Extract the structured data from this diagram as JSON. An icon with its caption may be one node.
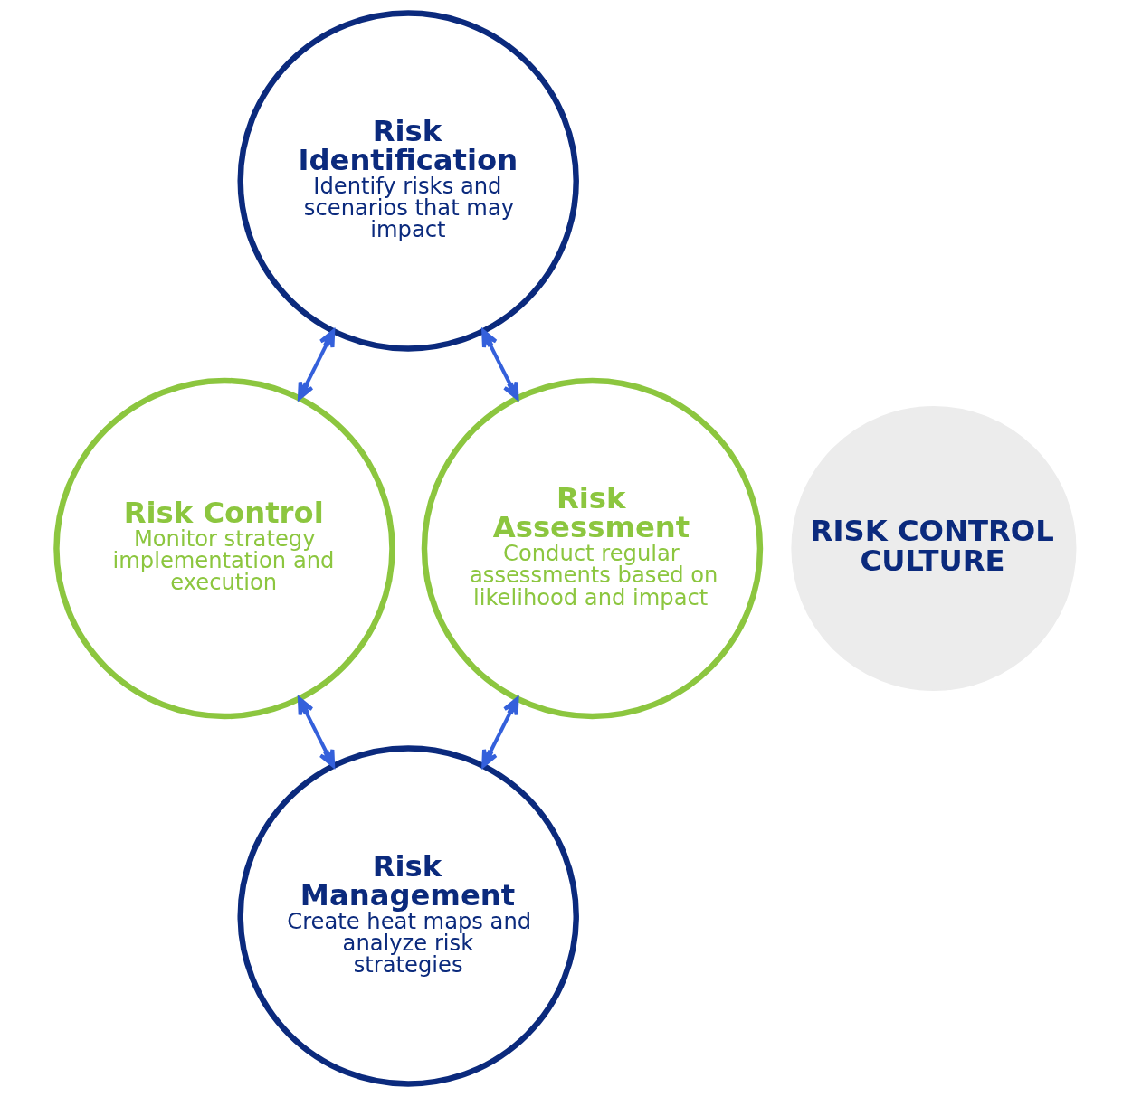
{
  "diagram": {
    "nodes": [
      {
        "text": [
          "Risk Identification",
          "Identify risks and scenarios that may impact"
        ]
      },
      {
        "text": [
          "Risk Control",
          "Monitor strategy implementation and execution"
        ]
      },
      {
        "text": [
          "RISK CONTROL CULTURE"
        ]
      },
      {
        "text": [
          "Risk Assessment",
          "Conduct regular assessments based on likelihood and impact"
        ]
      },
      {
        "text": [
          "Risk Management",
          "Create heat maps and analyze risk strategies"
        ]
      }
    ],
    "edges": [
      {
        "from": 0,
        "to": 1,
        "arrow": "both"
      },
      {
        "from": 0,
        "to": 3,
        "arrow": "both"
      },
      {
        "from": 3,
        "to": 4,
        "arrow": "both"
      },
      {
        "from": 1,
        "to": 4,
        "arrow": "both"
      }
    ]
  }
}
